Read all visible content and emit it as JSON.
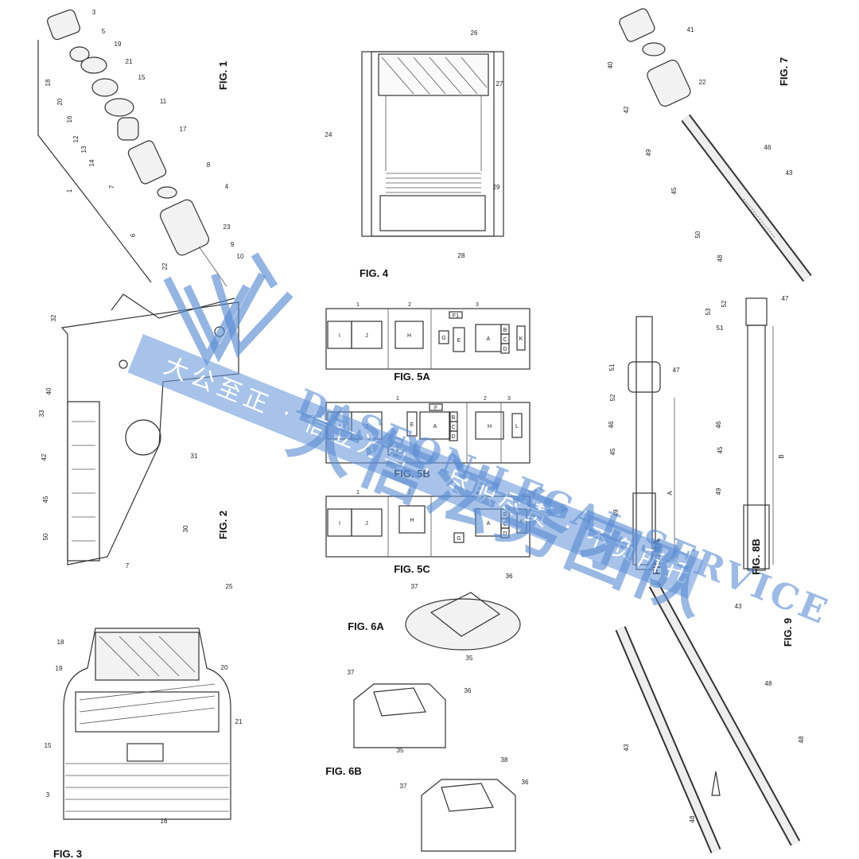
{
  "figures": {
    "fig1": "FIG. 1",
    "fig2": "FIG. 2",
    "fig3": "FIG. 3",
    "fig4": "FIG. 4",
    "fig5a": "FIG. 5A",
    "fig5b": "FIG. 5B",
    "fig5c": "FIG. 5C",
    "fig6a": "FIG. 6A",
    "fig6b": "FIG. 6B",
    "fig7": "FIG. 7",
    "fig8a": "FIG. 8A",
    "fig8b": "FIG. 8B",
    "fig9": "FIG. 9"
  },
  "reference_numerals": [
    "3",
    "5",
    "19",
    "18",
    "21",
    "20",
    "15",
    "16",
    "11",
    "12",
    "17",
    "13",
    "14",
    "8",
    "7",
    "4",
    "1",
    "6",
    "23",
    "22",
    "9",
    "10",
    "26",
    "27",
    "24",
    "29",
    "28",
    "41",
    "40",
    "22",
    "42",
    "49",
    "46",
    "45",
    "43",
    "50",
    "48",
    "32",
    "40",
    "33",
    "42",
    "31",
    "45",
    "30",
    "50",
    "7",
    "51",
    "47",
    "52",
    "46",
    "45",
    "49",
    "A",
    "52",
    "53",
    "47",
    "51",
    "46",
    "45",
    "49",
    "B",
    "25",
    "18",
    "19",
    "20",
    "21",
    "15",
    "3",
    "16",
    "37",
    "36",
    "35",
    "37",
    "36",
    "35",
    "38",
    "37",
    "36",
    "43",
    "48",
    "43",
    "48",
    "48"
  ],
  "block_diagrams": {
    "fig5a": {
      "zones": [
        "1",
        "2",
        "3"
      ],
      "blocks": [
        "I",
        "J",
        "H",
        "G",
        "E",
        "A",
        "B",
        "C",
        "D",
        "K",
        "F1"
      ]
    },
    "fig5b": {
      "zones": [
        "1",
        "2",
        "3"
      ],
      "blocks": [
        "I",
        "J",
        "E",
        "A",
        "B",
        "C",
        "D",
        "G",
        "H",
        "L",
        "F"
      ]
    },
    "fig5c": {
      "zones": [
        "1",
        "2",
        "3"
      ],
      "blocks": [
        "I",
        "J",
        "H",
        "G",
        "A",
        "B",
        "C",
        "D",
        "K"
      ]
    }
  },
  "watermark": {
    "company_cn": "大信法务团队",
    "company_en": "DASEON LEGAL SERVICE",
    "motto": "大公至正 · 信立为笃 · 尽职尽责 · 不负所托"
  },
  "colors": {
    "watermark": "#6e9bdc",
    "line": "#333333"
  }
}
